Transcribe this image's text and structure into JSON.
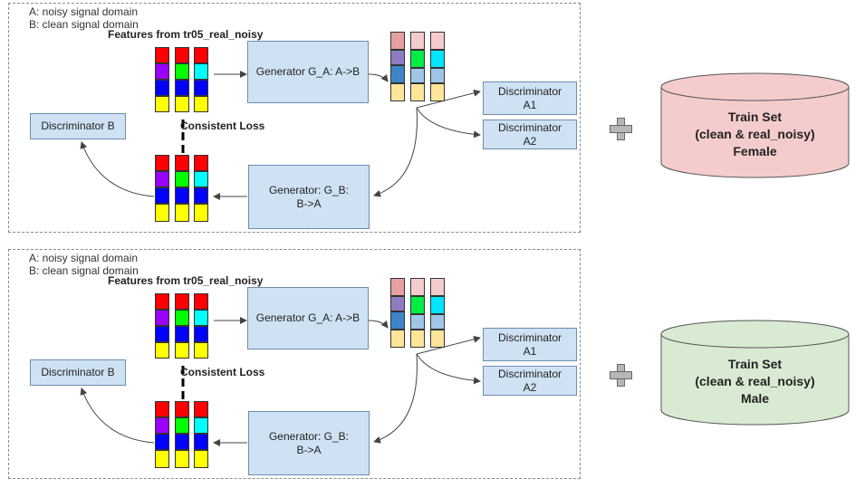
{
  "panels": [
    {
      "legend_a": "A: noisy signal domain",
      "legend_b": "B: clean signal domain",
      "features_title": "Features from tr05_real_noisy",
      "consistent_loss": "Consistent Loss",
      "generator_a": "Generator G_A: A->B",
      "generator_b_line1": "Generator: G_B:",
      "generator_b_line2": "B->A",
      "discriminator_b": "Discriminator B",
      "discriminator_a1_line1": "Discriminator",
      "discriminator_a1_line2": "A1",
      "discriminator_a2_line1": "Discriminator",
      "discriminator_a2_line2": "A2"
    },
    {
      "legend_a": "A: noisy signal domain",
      "legend_b": "B: clean signal domain",
      "features_title": "Features from tr05_real_noisy",
      "consistent_loss": "Consistent Loss",
      "generator_a": "Generator G_A: A->B",
      "generator_b_line1": "Generator: G_B:",
      "generator_b_line2": "B->A",
      "discriminator_b": "Discriminator B",
      "discriminator_a1_line1": "Discriminator",
      "discriminator_a1_line2": "A1",
      "discriminator_a2_line1": "Discriminator",
      "discriminator_a2_line2": "A2"
    }
  ],
  "datasets": [
    {
      "line1": "Train Set",
      "line2": "(clean & real_noisy)",
      "line3": "Female",
      "color": "#f4cccc"
    },
    {
      "line1": "Train Set",
      "line2": "(clean & real_noisy)",
      "line3": "Male",
      "color": "#d9ead3"
    }
  ],
  "colors": {
    "red": "#ff0000",
    "purple": "#9900ff",
    "green": "#00ff00",
    "cyan": "#00ffff",
    "blue": "#0000ff",
    "yellow": "#ffff00",
    "pale_red": "#e6a0a0",
    "pale_pink": "#f4cccc",
    "pale_purple": "#8e7cc3",
    "pale_green": "#00ee44",
    "pale_cyan": "#00e5ff",
    "pale_blue": "#3d85c6",
    "pale_lightblue": "#9fc5e8",
    "pale_yellow": "#ffe599",
    "box_fill": "#cfe2f3",
    "plus_gray": "#b7b7b7"
  },
  "icons": [
    "plus-icon",
    "database-cylinder-icon"
  ]
}
